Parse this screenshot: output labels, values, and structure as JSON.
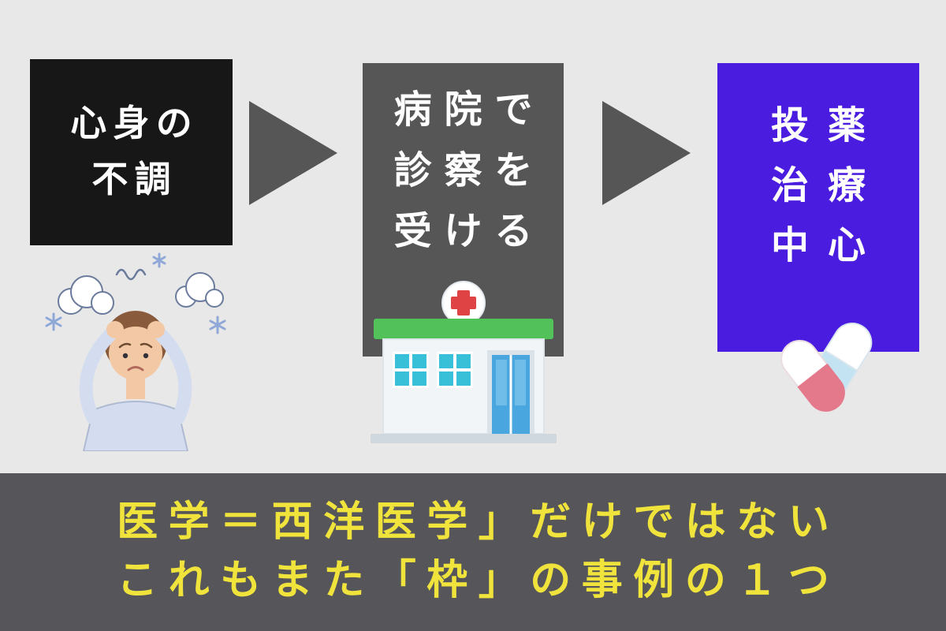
{
  "flow": {
    "steps": [
      {
        "name": "mind-body-disorder",
        "lines": [
          "心身の",
          "不調"
        ]
      },
      {
        "name": "hospital-examination",
        "lines": [
          "病院で",
          "診察を",
          "受ける"
        ]
      },
      {
        "name": "medication-centered-treatment",
        "lines": [
          "投薬",
          "治療",
          "中心"
        ]
      }
    ],
    "icons": {
      "person": "stressed-person-illustration",
      "hospital": "hospital-building-icon",
      "pills": "pill-capsules-icon",
      "arrows": [
        "right-arrow-icon",
        "right-arrow-icon"
      ]
    }
  },
  "banner": {
    "line1": "医学＝西洋医学」だけではない",
    "line2": "これもまた「枠」の事例の１つ"
  },
  "colors": {
    "page_background": "#e8e8e8",
    "step1_background": "#171717",
    "step2_background": "#565656",
    "step3_background": "#4a1ce0",
    "arrow": "#565656",
    "banner_background": "#55555a",
    "banner_text": "#f0e33c",
    "box_text": "#ffffff",
    "hospital_roof_green": "#52c15a",
    "hospital_cross_red": "#e04343",
    "window_teal": "#38c0d8",
    "door_blue": "#49a6de",
    "pill_pink": "#e5798c",
    "pill_blue": "#c3e3f2"
  }
}
